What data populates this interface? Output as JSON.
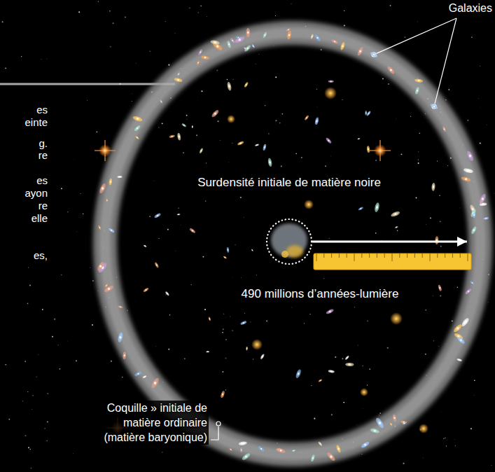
{
  "diagram": {
    "nodes": [
      {
        "text": [
          "Coquille » initiale de matière ordinaire (matière baryonique)"
        ]
      },
      {
        "text": [
          "Surdensité initiale de matière noire"
        ],
        "in": 0
      }
    ],
    "edges": [
      {
        "from": 1,
        "to": 0,
        "arrow": "to"
      }
    ],
    "labels": [
      "Galaxies",
      "es",
      "einte",
      "g.",
      "re",
      "es",
      "ayon",
      "re",
      "elle",
      "es,",
      "490 millions d’années-lumière"
    ]
  }
}
